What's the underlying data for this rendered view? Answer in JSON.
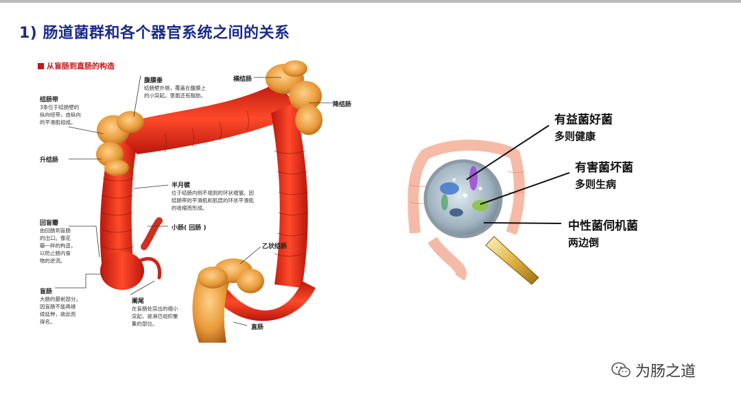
{
  "title": "1) 肠道菌群和各个器官系统之间的关系",
  "diagram": {
    "section_label": "从盲肠到直肠的构造",
    "labels": {
      "taenia": {
        "title": "结肠带",
        "desc": "3条位于结肠壁的\n纵向纽带，由纵向\n的平滑肌组成。"
      },
      "appendices": {
        "title": "腹膜垂",
        "desc": "结肠壁外侧，覆盖在腹膜上\n的小突起。里面还有脂肪。"
      },
      "transverse": {
        "title": "横结肠"
      },
      "descending": {
        "title": "降结肠"
      },
      "ascending": {
        "title": "升结肠"
      },
      "plicae": {
        "title": "半月襞",
        "desc": "位于结肠内侧不规则的环状褶皱。因\n结肠带的平滑肌和肌层的环状平滑肌\n的收缩而形成。"
      },
      "ileocecal": {
        "title": "回盲瓣",
        "desc": "由回肠到盲肠\n的出口。像花\n瓣一样的构造，\n以防止肠内食\n物的逆流。"
      },
      "small_intestine": {
        "title": "小肠( 回肠 )"
      },
      "sigmoid": {
        "title": "乙状结肠"
      },
      "cecum": {
        "title": "盲肠",
        "desc": "大肠的最前部分。\n因盲肠不能再继\n续延伸，故此而\n得名。"
      },
      "appendix": {
        "title": "阑尾",
        "desc": "在盲肠处突出的细小\n突起，是淋巴组织聚\n集的部位。"
      },
      "rectum": {
        "title": "直肠"
      }
    }
  },
  "bacteria": {
    "good": {
      "heading": "有益菌好菌",
      "sub": "多则健康"
    },
    "bad": {
      "heading": "有害菌坏菌",
      "sub": "多则生病"
    },
    "neutral": {
      "heading": "中性菌伺机菌",
      "sub": "两边倒"
    }
  },
  "watermark": {
    "icon": "wechat-icon",
    "text": "为肠之道"
  },
  "colors": {
    "title": "#1a2a8a",
    "colon_red": "#e0301e",
    "colon_haustra": "#e89a3a",
    "accent_red": "#c4161c"
  }
}
